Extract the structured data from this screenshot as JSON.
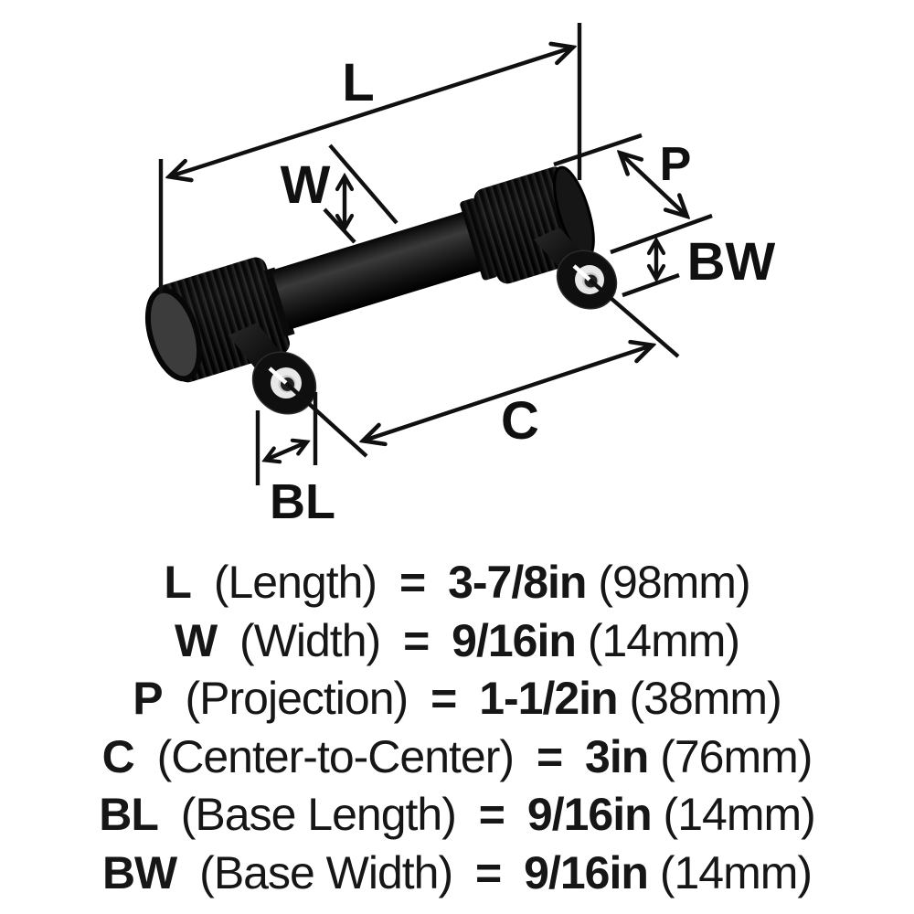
{
  "product": {
    "name": "matte black knurled cabinet pull",
    "render": "3d-perspective"
  },
  "diagram_labels": {
    "L": "L",
    "W": "W",
    "P": "P",
    "C": "C",
    "BL": "BL",
    "BW": "BW"
  },
  "specs": [
    {
      "label": "L",
      "name": "(Length)",
      "equals": "=",
      "value": "3-7/8in",
      "metric": "(98mm)"
    },
    {
      "label": "W",
      "name": "(Width)",
      "equals": "=",
      "value": "9/16in",
      "metric": "(14mm)"
    },
    {
      "label": "P",
      "name": "(Projection)",
      "equals": "=",
      "value": "1-1/2in",
      "metric": "(38mm)"
    },
    {
      "label": "C",
      "name": "(Center-to-Center)",
      "equals": "=",
      "value": "3in",
      "metric": "(76mm)"
    },
    {
      "label": "BL",
      "name": "(Base Length)",
      "equals": "=",
      "value": "9/16in",
      "metric": "(14mm)"
    },
    {
      "label": "BW",
      "name": "(Base Width)",
      "equals": "=",
      "value": "9/16in",
      "metric": "(14mm)"
    }
  ],
  "colors": {
    "background": "#ffffff",
    "dimension_line": "#101010",
    "text": "#161616",
    "product_black": "#0d0d0d",
    "product_highlight": "#3a3a3a",
    "cap_face_gray": "#3c3c3c",
    "screw_ring_white": "#e8e8e8",
    "screw_center_dark": "#202020"
  }
}
